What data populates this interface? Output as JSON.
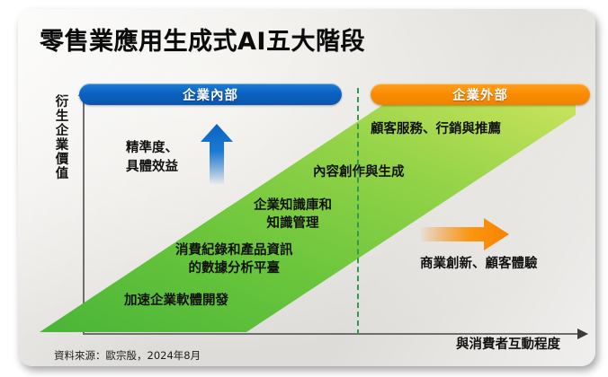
{
  "title": "零售業應用生成式AI五大階段",
  "segments": {
    "internal": {
      "label": "企業內部",
      "color": "#0a62c0"
    },
    "external": {
      "label": "企業外部",
      "color": "#fb8d04"
    }
  },
  "axes": {
    "y_label_chars": [
      "衍",
      "生",
      "企",
      "業",
      "價",
      "值"
    ],
    "y_label": "衍生企業價值",
    "x_label": "與消費者互動程度"
  },
  "stages": [
    {
      "id": "stage-1",
      "text": "加速企業軟體開發",
      "lines": [
        "加速企業軟體開發"
      ]
    },
    {
      "id": "stage-2",
      "text": "消費紀錄和產品資訊的數據分析平臺",
      "lines": [
        "消費紀錄和產品資訊",
        "的數據分析平臺"
      ]
    },
    {
      "id": "stage-3",
      "text": "企業知識庫和知識管理",
      "lines": [
        "企業知識庫和",
        "知識管理"
      ]
    },
    {
      "id": "stage-4",
      "text": "內容創作與生成",
      "lines": [
        "內容創作與生成"
      ]
    },
    {
      "id": "stage-5",
      "text": "顧客服務、行銷與推薦",
      "lines": [
        "顧客服務、行銷與推薦"
      ]
    }
  ],
  "annotations": {
    "left_note_lines": [
      "精準度、",
      "具體效益"
    ],
    "left_note": "精準度、具體效益",
    "right_note": "商業創新、顧客體驗"
  },
  "source": "資料來源：歐宗殷，2024年8月",
  "colors": {
    "band_start": "#4fb53b",
    "band_mid": "#7ccb3d",
    "band_end": "#c4e05a",
    "divider": "#2f9b4f",
    "blue_arrow": "#0a62c0",
    "orange_arrow": "#f78200"
  },
  "chart_data": {
    "type": "diagram",
    "title": "零售業應用生成式AI五大階段",
    "xlabel": "與消費者互動程度",
    "ylabel": "衍生企業價值",
    "categories": [
      "加速企業軟體開發",
      "消費紀錄和產品資訊的數據分析平臺",
      "企業知識庫和知識管理",
      "內容創作與生成",
      "顧客服務、行銷與推薦"
    ],
    "values": [
      1,
      2,
      3,
      4,
      5
    ],
    "groups": [
      {
        "name": "企業內部",
        "members": [
          "加速企業軟體開發",
          "消費紀錄和產品資訊的數據分析平臺",
          "企業知識庫和知識管理"
        ]
      },
      {
        "name": "企業外部",
        "members": [
          "內容創作與生成",
          "顧客服務、行銷與推薦"
        ]
      }
    ],
    "legend": [
      "企業內部",
      "企業外部"
    ],
    "annotations": [
      "精準度、具體效益",
      "商業創新、顧客體驗"
    ],
    "grid": false
  }
}
